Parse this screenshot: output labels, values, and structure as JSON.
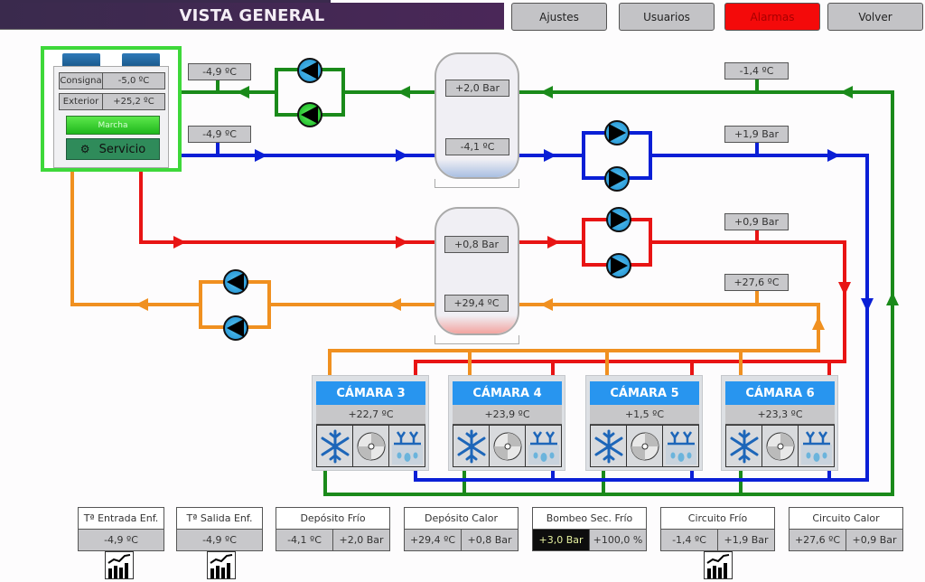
{
  "header": {
    "title": "VISTA GENERAL"
  },
  "nav": [
    {
      "label": "Ajustes"
    },
    {
      "label": "Usuarios"
    },
    {
      "label": "Alarmas",
      "color": "#f40a0a"
    },
    {
      "label": "Volver"
    }
  ],
  "chiller": {
    "consigna_label": "Consigna",
    "consigna_value": "-5,0 ºC",
    "exterior_label": "Exterior",
    "exterior_value": "+25,2 ºC",
    "marcha_label": "Marcha",
    "servicio_label": "Servicio"
  },
  "readings": {
    "t_retorno_enfriadora": "-4,9 ºC",
    "t_impulsion_enfriadora": "-4,9 ºC",
    "circuito_frio_temp": "-1,4 ºC",
    "circuito_frio_pres": "+1,9 Bar",
    "circuito_calor_pres": "+0,9 Bar",
    "circuito_calor_temp": "+27,6 ºC"
  },
  "tanks": {
    "frio": {
      "pressure": "+2,0 Bar",
      "temp": "-4,1 ºC"
    },
    "calor": {
      "pressure": "+0,8 Bar",
      "temp": "+29,4 ºC"
    }
  },
  "colors": {
    "green_line": "#1a8a1a",
    "blue_line": "#0a1fd6",
    "red_line": "#e81414",
    "orange_line": "#f09020",
    "chiller_border": "#3ed83a",
    "camara_header": "#2895ef"
  },
  "camaras": [
    {
      "name": "CÁMARA 3",
      "temp": "+22,7 ºC"
    },
    {
      "name": "CÁMARA 4",
      "temp": "+23,9 ºC"
    },
    {
      "name": "CÁMARA 5",
      "temp": "+1,5 ºC"
    },
    {
      "name": "CÁMARA 6",
      "temp": "+23,3 ºC"
    }
  ],
  "camara_icons": [
    "snowflake-icon",
    "fan-icon",
    "defrost-icon"
  ],
  "panels": [
    {
      "title": "Tª Entrada Enf.",
      "values": [
        "-4,9 ºC"
      ],
      "trend": true
    },
    {
      "title": "Tª Salida Enf.",
      "values": [
        "-4,9 ºC"
      ],
      "trend": true
    },
    {
      "title": "Depósito Frío",
      "values": [
        "-4,1 ºC",
        "+2,0 Bar"
      ]
    },
    {
      "title": "Depósito Calor",
      "values": [
        "+29,4 ºC",
        "+0,8 Bar"
      ]
    },
    {
      "title": "Bombeo Sec. Frío",
      "values": [
        "+3,0 Bar",
        "+100,0 %"
      ]
    },
    {
      "title": "Circuito Frío",
      "values": [
        "-1,4 ºC",
        "+1,9 Bar"
      ],
      "trend": true
    },
    {
      "title": "Circuito Calor",
      "values": [
        "+27,6 ºC",
        "+0,9 Bar"
      ]
    }
  ]
}
